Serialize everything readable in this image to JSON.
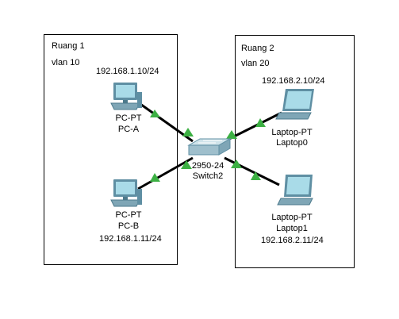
{
  "zones": [
    {
      "name": "Ruang 1",
      "vlan": "vlan 10"
    },
    {
      "name": "Ruang 2",
      "vlan": "vlan 20"
    }
  ],
  "devices": {
    "pc_a": {
      "type": "PC-PT",
      "name": "PC-A",
      "ip": "192.168.1.10/24"
    },
    "pc_b": {
      "type": "PC-PT",
      "name": "PC-B",
      "ip": "192.168.1.11/24"
    },
    "switch": {
      "type": "2950-24",
      "name": "Switch2"
    },
    "laptop0": {
      "type": "Laptop-PT",
      "name": "Laptop0",
      "ip": "192.168.2.10/24"
    },
    "laptop1": {
      "type": "Laptop-PT",
      "name": "Laptop1",
      "ip": "192.168.2.11/24"
    }
  },
  "colors": {
    "link": "#000000",
    "link_status_up": "#3cb043",
    "device_body": "#5f8fa3",
    "device_screen": "#a9dbe8"
  }
}
